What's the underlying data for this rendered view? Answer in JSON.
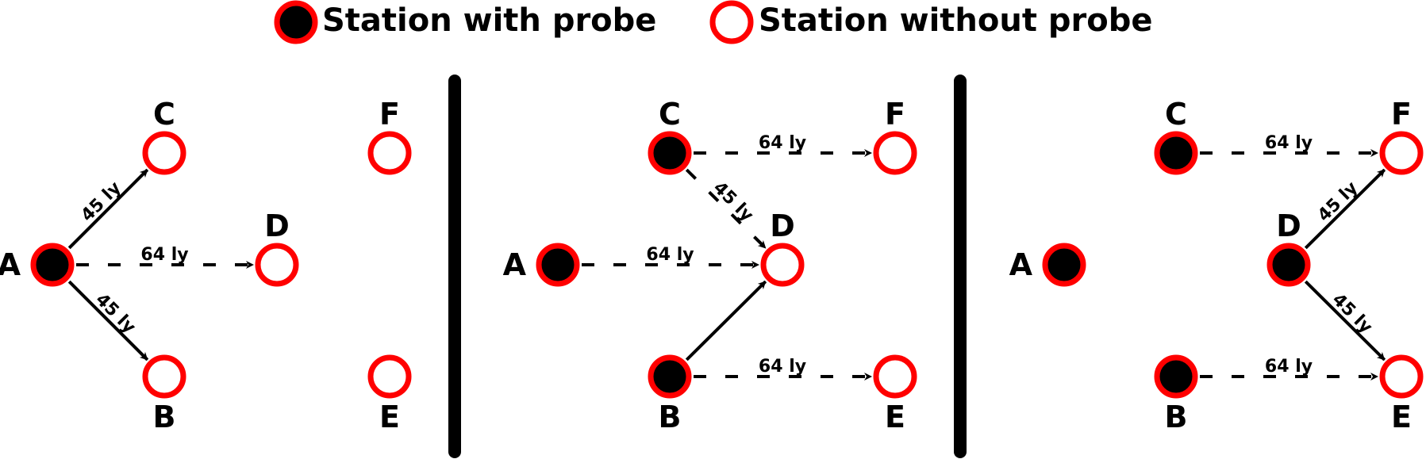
{
  "colors": {
    "stroke": "#ff0000",
    "probe_fill": "#000000",
    "empty_fill": "#ffffff",
    "ink": "#000000"
  },
  "legend": {
    "with_probe": "Station with probe",
    "without_probe": "Station without probe"
  },
  "panels": [
    {
      "stations": [
        {
          "id": "A",
          "label": "A",
          "probe": true
        },
        {
          "id": "B",
          "label": "B",
          "probe": false
        },
        {
          "id": "C",
          "label": "C",
          "probe": false
        },
        {
          "id": "D",
          "label": "D",
          "probe": false
        },
        {
          "id": "E",
          "label": "E",
          "probe": false
        },
        {
          "id": "F",
          "label": "F",
          "probe": false
        }
      ],
      "edges": [
        {
          "from": "A",
          "to": "C",
          "style": "solid",
          "label": "45 ly"
        },
        {
          "from": "A",
          "to": "B",
          "style": "solid",
          "label": "45 ly"
        },
        {
          "from": "A",
          "to": "D",
          "style": "dashed",
          "label": "64 ly"
        }
      ]
    },
    {
      "stations": [
        {
          "id": "A",
          "label": "A",
          "probe": true
        },
        {
          "id": "B",
          "label": "B",
          "probe": true
        },
        {
          "id": "C",
          "label": "C",
          "probe": true
        },
        {
          "id": "D",
          "label": "D",
          "probe": false
        },
        {
          "id": "E",
          "label": "E",
          "probe": false
        },
        {
          "id": "F",
          "label": "F",
          "probe": false
        }
      ],
      "edges": [
        {
          "from": "C",
          "to": "F",
          "style": "dashed",
          "label": "64 ly"
        },
        {
          "from": "C",
          "to": "D",
          "style": "dashed",
          "label": "45 ly"
        },
        {
          "from": "A",
          "to": "D",
          "style": "dashed",
          "label": "64 ly"
        },
        {
          "from": "B",
          "to": "D",
          "style": "solid",
          "label": ""
        },
        {
          "from": "B",
          "to": "E",
          "style": "dashed",
          "label": "64 ly"
        }
      ]
    },
    {
      "stations": [
        {
          "id": "A",
          "label": "A",
          "probe": true
        },
        {
          "id": "B",
          "label": "B",
          "probe": true
        },
        {
          "id": "C",
          "label": "C",
          "probe": true
        },
        {
          "id": "D",
          "label": "D",
          "probe": true
        },
        {
          "id": "E",
          "label": "E",
          "probe": false
        },
        {
          "id": "F",
          "label": "F",
          "probe": false
        }
      ],
      "edges": [
        {
          "from": "C",
          "to": "F",
          "style": "dashed",
          "label": "64 ly"
        },
        {
          "from": "D",
          "to": "F",
          "style": "solid",
          "label": "45 ly"
        },
        {
          "from": "D",
          "to": "E",
          "style": "solid",
          "label": "45 ly"
        },
        {
          "from": "B",
          "to": "E",
          "style": "dashed",
          "label": "64 ly"
        }
      ]
    }
  ]
}
